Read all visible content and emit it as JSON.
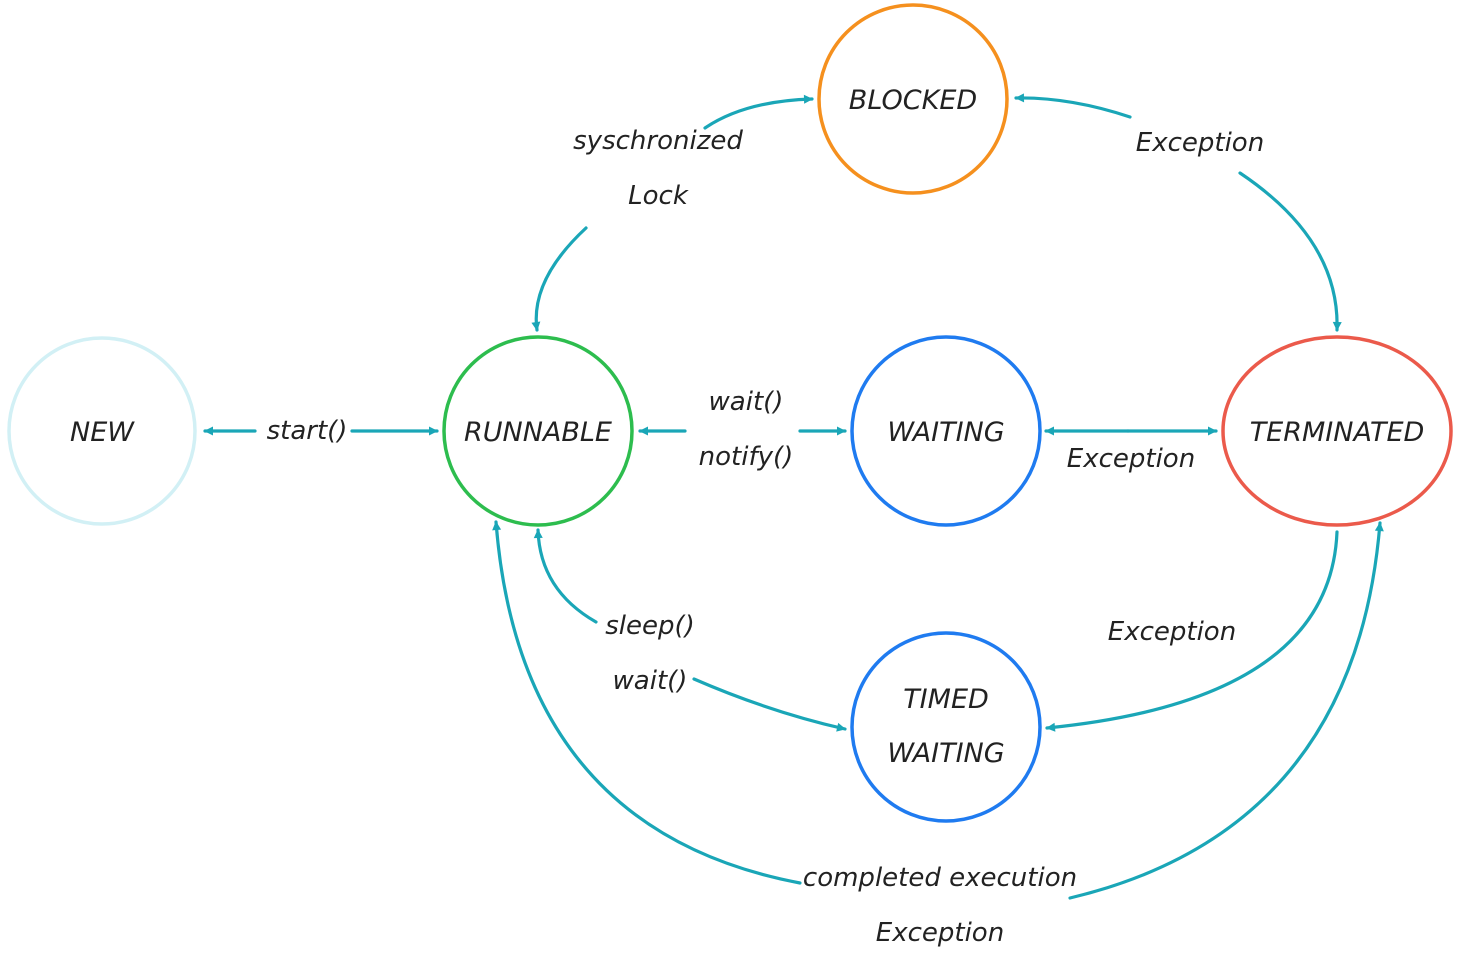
{
  "colors": {
    "edge": "#1aa6b7",
    "new": "#d2f0f5",
    "runnable": "#2dbd4e",
    "blocked": "#f5901e",
    "waiting": "#1f7bf0",
    "timed_waiting": "#1f7bf0",
    "terminated": "#eb5a4b"
  },
  "states": {
    "new": "NEW",
    "runnable": "RUNNABLE",
    "blocked": "BLOCKED",
    "waiting": "WAITING",
    "timed_waiting_line1": "TIMED",
    "timed_waiting_line2": "WAITING",
    "terminated": "TERMINATED"
  },
  "transitions": {
    "start": "start()",
    "blocked_line1": "syschronized",
    "blocked_line2": "Lock",
    "blocked_exception": "Exception",
    "wait": "wait()",
    "notify": "notify()",
    "waiting_exception": "Exception",
    "sleep": "sleep()",
    "timed_wait": "wait()",
    "timed_exception": "Exception",
    "completed": "completed execution",
    "completed_exception": "Exception"
  }
}
